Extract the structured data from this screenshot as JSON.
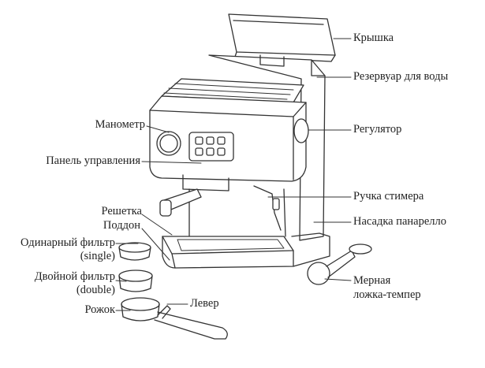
{
  "labels": {
    "lid": "Крышка",
    "water_tank": "Резервуар для воды",
    "manometer": "Манометр",
    "regulator": "Регулятор",
    "control_panel": "Панель управления",
    "steam_handle": "Ручка стимера",
    "grid": "Решетка",
    "panarello": "Насадка панарелло",
    "drip_tray": "Поддон",
    "single_filter": "Одинарный фильтр",
    "single_filter_note": "(single)",
    "double_filter": "Двойной фильтр",
    "double_filter_note": "(double)",
    "spoon_line1": "Мерная",
    "spoon_line2": "ложка-темпер",
    "portafilter": "Рожок",
    "lever": "Левер"
  }
}
